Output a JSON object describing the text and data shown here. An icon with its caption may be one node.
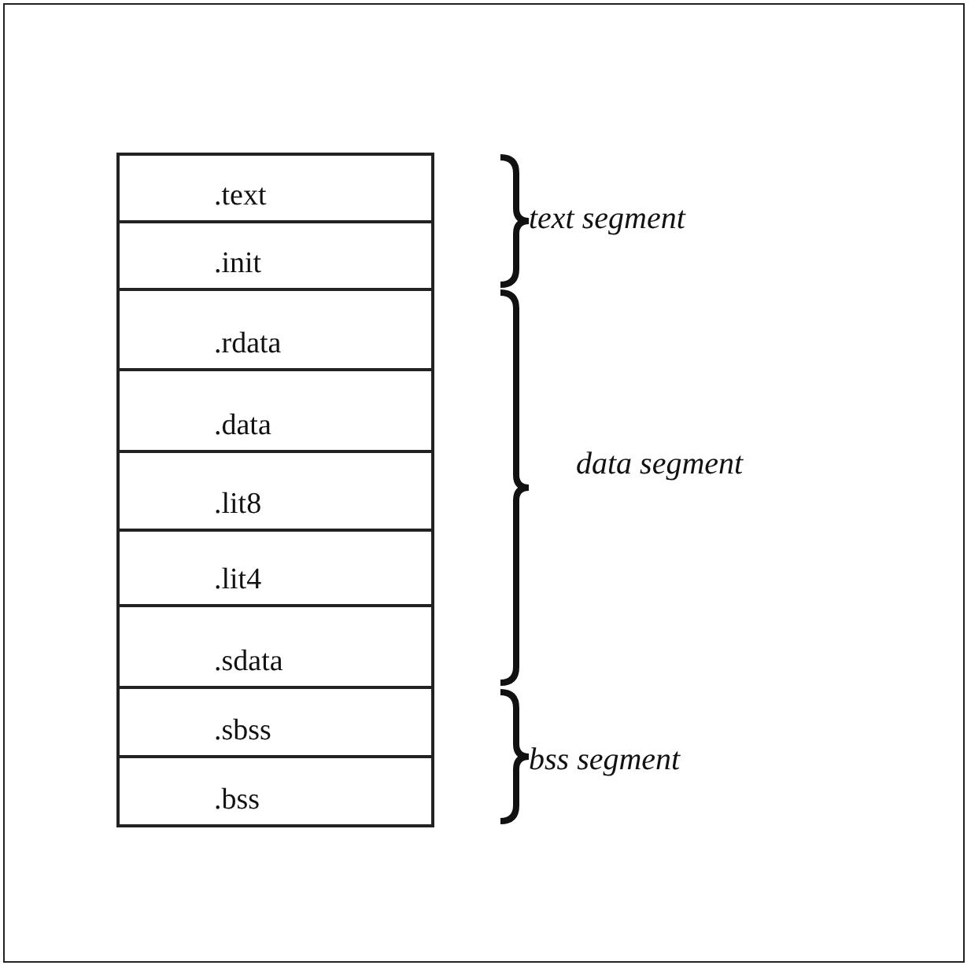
{
  "diagram": {
    "nodes": [
      {
        "text": [
          ".text"
        ]
      },
      {
        "text": [
          ".init"
        ]
      },
      {
        "text": [
          ".rdata"
        ]
      },
      {
        "text": [
          ".data"
        ]
      },
      {
        "text": [
          ".lit8"
        ]
      },
      {
        "text": [
          ".lit4"
        ]
      },
      {
        "text": [
          ".sdata"
        ]
      },
      {
        "text": [
          ".sbss"
        ]
      },
      {
        "text": [
          ".bss"
        ]
      }
    ],
    "labels": [
      "text segment",
      "data segment",
      "bss segment"
    ]
  }
}
